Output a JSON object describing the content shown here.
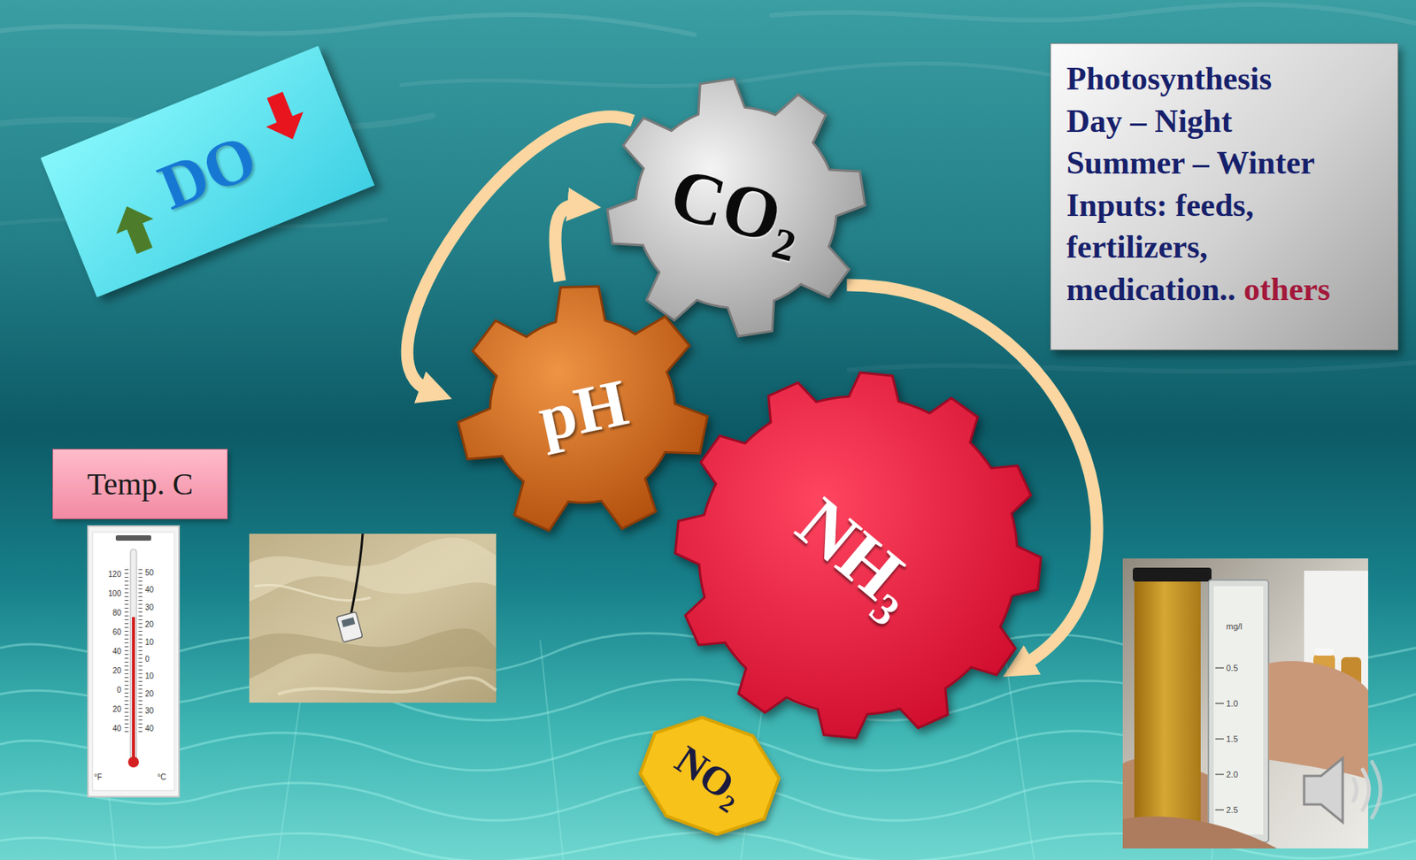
{
  "diagram": {
    "nodes": [
      {
        "text": [
          "DO"
        ]
      },
      {
        "text": [
          "CO₂"
        ]
      },
      {
        "text": [
          "Photosynthesis",
          "Day – Night",
          "Summer – Winter",
          "Inputs: feeds, fertilizers, medication..",
          "others"
        ]
      },
      {
        "text": [
          "pH"
        ]
      },
      {
        "text": [
          "Temp. C"
        ]
      },
      {
        "text": [
          "NH₃"
        ]
      },
      {
        "text": [
          "NO₂"
        ]
      }
    ],
    "edges": [
      {
        "from": 3,
        "to": 1,
        "arrow": "to"
      },
      {
        "from": 1,
        "to": 3,
        "arrow": "to"
      },
      {
        "from": 1,
        "to": 5,
        "arrow": "to"
      }
    ],
    "labels": [
      "120",
      "100",
      "80",
      "60",
      "40",
      "20",
      "0",
      "20",
      "40",
      "50",
      "40",
      "30",
      "20",
      "10",
      "0",
      "10",
      "20",
      "30",
      "40",
      "°F",
      "°C",
      "mg/l",
      "0.5",
      "1.0",
      "1.5",
      "2.0",
      "2.5"
    ]
  }
}
